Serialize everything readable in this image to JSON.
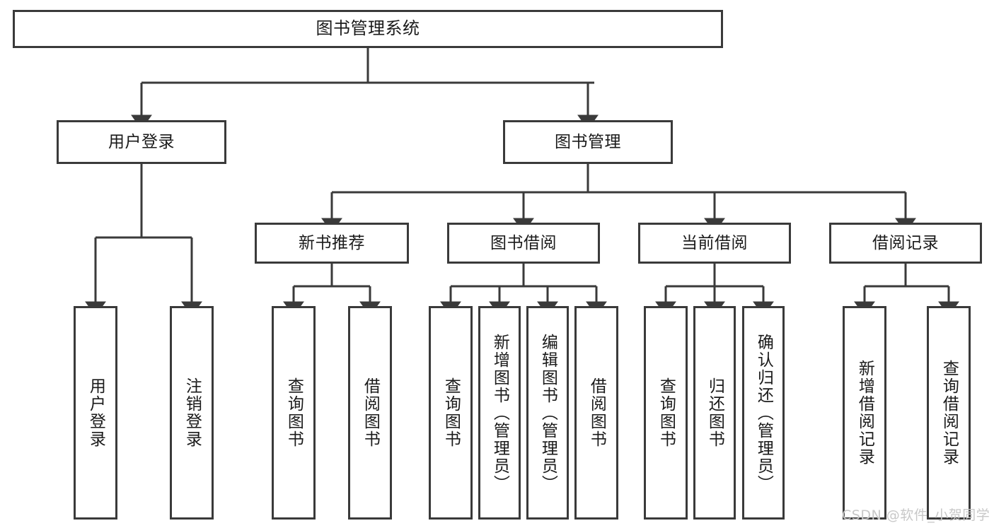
{
  "diagram": {
    "title": "图书管理系统",
    "type": "tree-hierarchy-diagram",
    "watermark": "CSDN @软件_小贺同学",
    "colors": {
      "stroke": "#3a3a3a",
      "fill": "#ffffff",
      "text": "#1a1a1a",
      "watermark": "#c8c8c8"
    },
    "nodes": {
      "root": {
        "label": "图书管理系统"
      },
      "level1": [
        {
          "id": "user-login",
          "label": "用户登录"
        },
        {
          "id": "book-manage",
          "label": "图书管理"
        }
      ],
      "level2": [
        {
          "id": "new-book-recommend",
          "label": "新书推荐"
        },
        {
          "id": "book-borrow",
          "label": "图书借阅"
        },
        {
          "id": "current-borrow",
          "label": "当前借阅"
        },
        {
          "id": "borrow-record",
          "label": "借阅记录"
        }
      ],
      "leaves": [
        {
          "id": "leaf-user-login",
          "label": "用户登录",
          "parent": "user-login"
        },
        {
          "id": "leaf-logout-login",
          "label": "注销登录",
          "parent": "user-login"
        },
        {
          "id": "leaf-query-book-1",
          "label": "查询图书",
          "parent": "new-book-recommend"
        },
        {
          "id": "leaf-borrow-book-1",
          "label": "借阅图书",
          "parent": "new-book-recommend"
        },
        {
          "id": "leaf-query-book-2",
          "label": "查询图书",
          "parent": "book-borrow"
        },
        {
          "id": "leaf-add-book",
          "label": "新增图书（管理员）",
          "parent": "book-borrow"
        },
        {
          "id": "leaf-edit-book",
          "label": "编辑图书（管理员）",
          "parent": "book-borrow"
        },
        {
          "id": "leaf-borrow-book-2",
          "label": "借阅图书",
          "parent": "book-borrow"
        },
        {
          "id": "leaf-query-book-3",
          "label": "查询图书",
          "parent": "current-borrow"
        },
        {
          "id": "leaf-return-book",
          "label": "归还图书",
          "parent": "current-borrow"
        },
        {
          "id": "leaf-confirm-return",
          "label": "确认归还（管理员）",
          "parent": "current-borrow"
        },
        {
          "id": "leaf-add-record",
          "label": "新增借阅记录",
          "parent": "borrow-record"
        },
        {
          "id": "leaf-query-record",
          "label": "查询借阅记录",
          "parent": "borrow-record"
        }
      ]
    }
  }
}
